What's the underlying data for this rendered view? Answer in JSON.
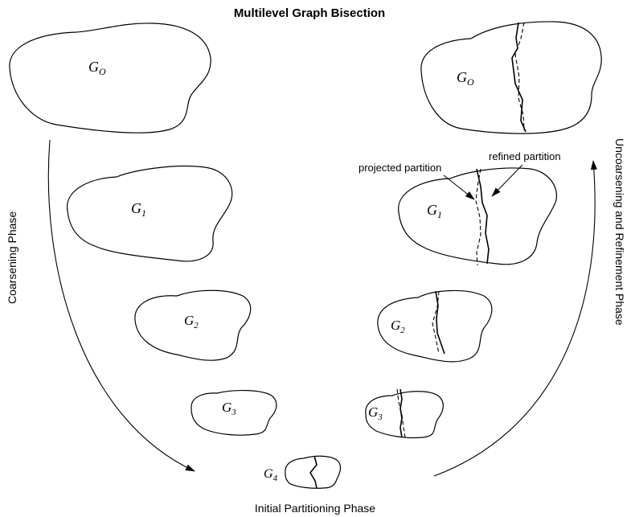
{
  "title": "Multilevel Graph Bisection",
  "phases": {
    "coarsening": "Coarsening Phase",
    "initial": "Initial Partitioning Phase",
    "uncoarsening": "Uncoarsening and Refinement Phase"
  },
  "annotations": {
    "projected": "projected partition",
    "refined": "refined partition"
  },
  "graphs": {
    "left": [
      {
        "base": "G",
        "sub": "O"
      },
      {
        "base": "G",
        "sub": "1"
      },
      {
        "base": "G",
        "sub": "2"
      },
      {
        "base": "G",
        "sub": "3"
      }
    ],
    "bottom": {
      "base": "G",
      "sub": "4"
    },
    "right": [
      {
        "base": "G",
        "sub": "O"
      },
      {
        "base": "G",
        "sub": "1"
      },
      {
        "base": "G",
        "sub": "2"
      },
      {
        "base": "G",
        "sub": "3"
      }
    ]
  }
}
